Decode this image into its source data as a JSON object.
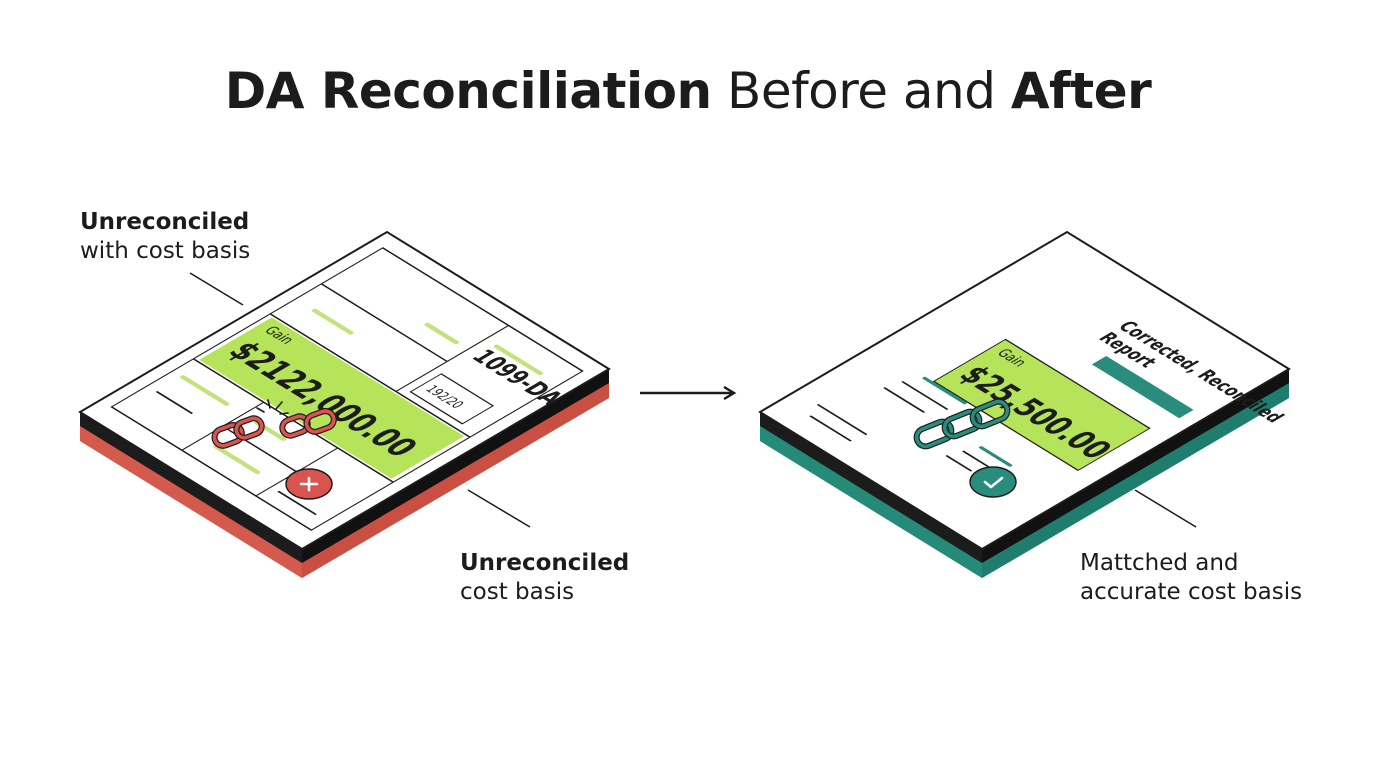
{
  "title": {
    "part1": "DA Reconciliation",
    "part2": "Before and",
    "part3": "After"
  },
  "before": {
    "callout_top": {
      "strong": "Unreconciled",
      "regular": "with cost basis"
    },
    "callout_bottom": {
      "strong": "Unreconciled",
      "regular": "cost basis"
    },
    "form_label": "1099-DA",
    "form_date": "192/20",
    "gain_label": "Gain",
    "gain_value": "$2122,000.00",
    "chain_icon": "broken-chain-icon",
    "status_icon": "x-circle-icon"
  },
  "after": {
    "report_title_line1": "Corrected, Reconciled",
    "report_title_line2": "Report",
    "gain_label": "Gain",
    "gain_value": "$25,500.00",
    "callout_bottom": {
      "line1": "Mattched and",
      "line2": "accurate cost basis"
    },
    "chain_icon": "linked-chain-icon",
    "status_icon": "check-circle-icon"
  },
  "colors": {
    "before_shadow": "#e06a5c",
    "after_shadow": "#2f9c8a",
    "highlight": "#b5e35a",
    "accent_green": "#2a8c7c",
    "accent_red": "#d9534f",
    "accent_line": "#c2e27a"
  }
}
